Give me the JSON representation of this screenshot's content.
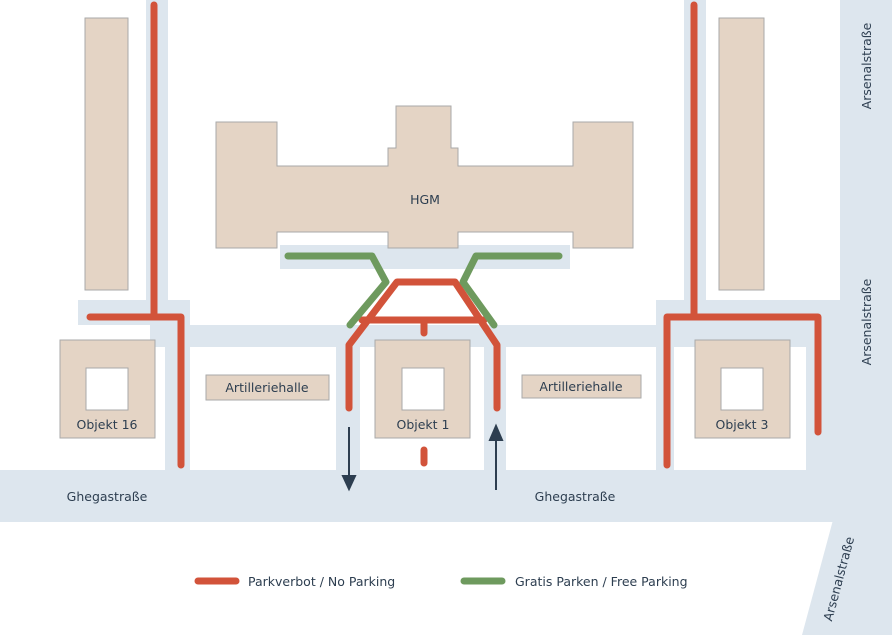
{
  "map": {
    "buildings": {
      "hgm": "HGM",
      "artilleriehalle_left": "Artilleriehalle",
      "artilleriehalle_right": "Artilleriehalle",
      "objekt_16": "Objekt 16",
      "objekt_1": "Objekt 1",
      "objekt_3": "Objekt 3"
    },
    "streets": {
      "ghegastrasse_left": "Ghegastraße",
      "ghegastrasse_right": "Ghegastraße",
      "arsenalstrasse_top": "Arsenalstraße",
      "arsenalstrasse_middle": "Arsenalstraße",
      "arsenalstrasse_bottom": "Arsenalstraße"
    }
  },
  "legend": {
    "no_parking": {
      "label": "Parkverbot / No Parking",
      "color": "#d2533a"
    },
    "free_parking": {
      "label": "Gratis Parken / Free Parking",
      "color": "#6e9a5e"
    }
  },
  "colors": {
    "road": "#dde6ee",
    "building": "#e4d4c5",
    "building_edge": "#a9a9a9",
    "text": "#2d3e50",
    "arrow": "#2d3e50"
  }
}
